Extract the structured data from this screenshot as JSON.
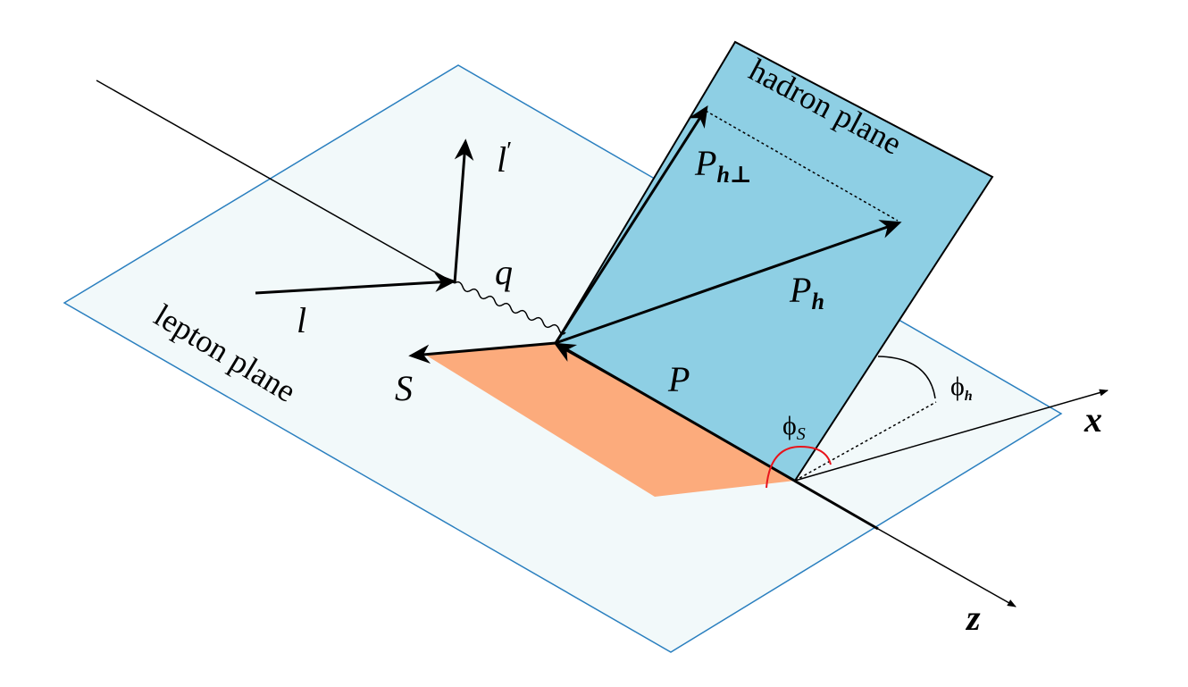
{
  "colors": {
    "lepton_plane_fill": "#f2f9fa",
    "lepton_plane_stroke": "#2a7fbf",
    "hadron_plane_fill": "#8ecfe4",
    "spin_region_fill": "#fcab7c",
    "phi_s_arc": "#e8141c",
    "line": "#000000"
  },
  "labels": {
    "lepton_plane": "lepton plane",
    "hadron_plane": "hadron plane",
    "l": "l",
    "l_prime": "l",
    "l_prime_mark": "′",
    "q": "q",
    "S": "S",
    "P": "P",
    "Ph_main": "P",
    "Ph_sub": "h",
    "Pht_main": "P",
    "Pht_sub": "h⊥",
    "phi_h_main": "ϕ",
    "phi_h_sub": "h",
    "phi_s_main": "ϕ",
    "phi_s_sub": "S",
    "x_axis": "x",
    "z_axis": "z"
  }
}
